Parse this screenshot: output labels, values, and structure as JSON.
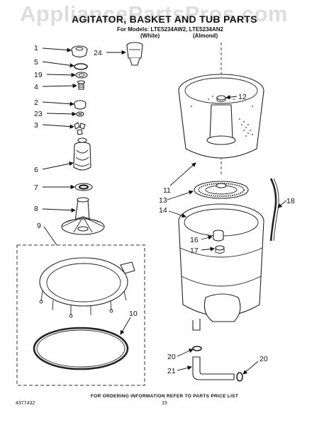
{
  "watermark": "AppliancePartsPros.com",
  "header": {
    "title": "AGITATOR, BASKET AND TUB PARTS",
    "models_line": "For Models: LTE5234AW2, LTE5234AN2",
    "variant_white": "(White)",
    "variant_almond": "(Almond)"
  },
  "callouts": [
    {
      "id": "c1",
      "label": "1"
    },
    {
      "id": "c5",
      "label": "5"
    },
    {
      "id": "c19",
      "label": "19"
    },
    {
      "id": "c4",
      "label": "4"
    },
    {
      "id": "c2",
      "label": "2"
    },
    {
      "id": "c23",
      "label": "23"
    },
    {
      "id": "c3",
      "label": "3"
    },
    {
      "id": "c6",
      "label": "6"
    },
    {
      "id": "c7",
      "label": "7"
    },
    {
      "id": "c8",
      "label": "8"
    },
    {
      "id": "c9",
      "label": "9"
    },
    {
      "id": "c10",
      "label": "10"
    },
    {
      "id": "c24",
      "label": "24"
    },
    {
      "id": "c12",
      "label": "12"
    },
    {
      "id": "c11",
      "label": "11"
    },
    {
      "id": "c13",
      "label": "13"
    },
    {
      "id": "c14",
      "label": "14"
    },
    {
      "id": "c18",
      "label": "18"
    },
    {
      "id": "c16",
      "label": "16"
    },
    {
      "id": "c17",
      "label": "17"
    },
    {
      "id": "c20a",
      "label": "20"
    },
    {
      "id": "c21",
      "label": "21"
    },
    {
      "id": "c20b",
      "label": "20"
    }
  ],
  "footer": {
    "ordering_note": "FOR ORDERING INFORMATION REFER TO PARTS PRICE LIST",
    "page_number": "15",
    "doc_number": "4377432"
  }
}
